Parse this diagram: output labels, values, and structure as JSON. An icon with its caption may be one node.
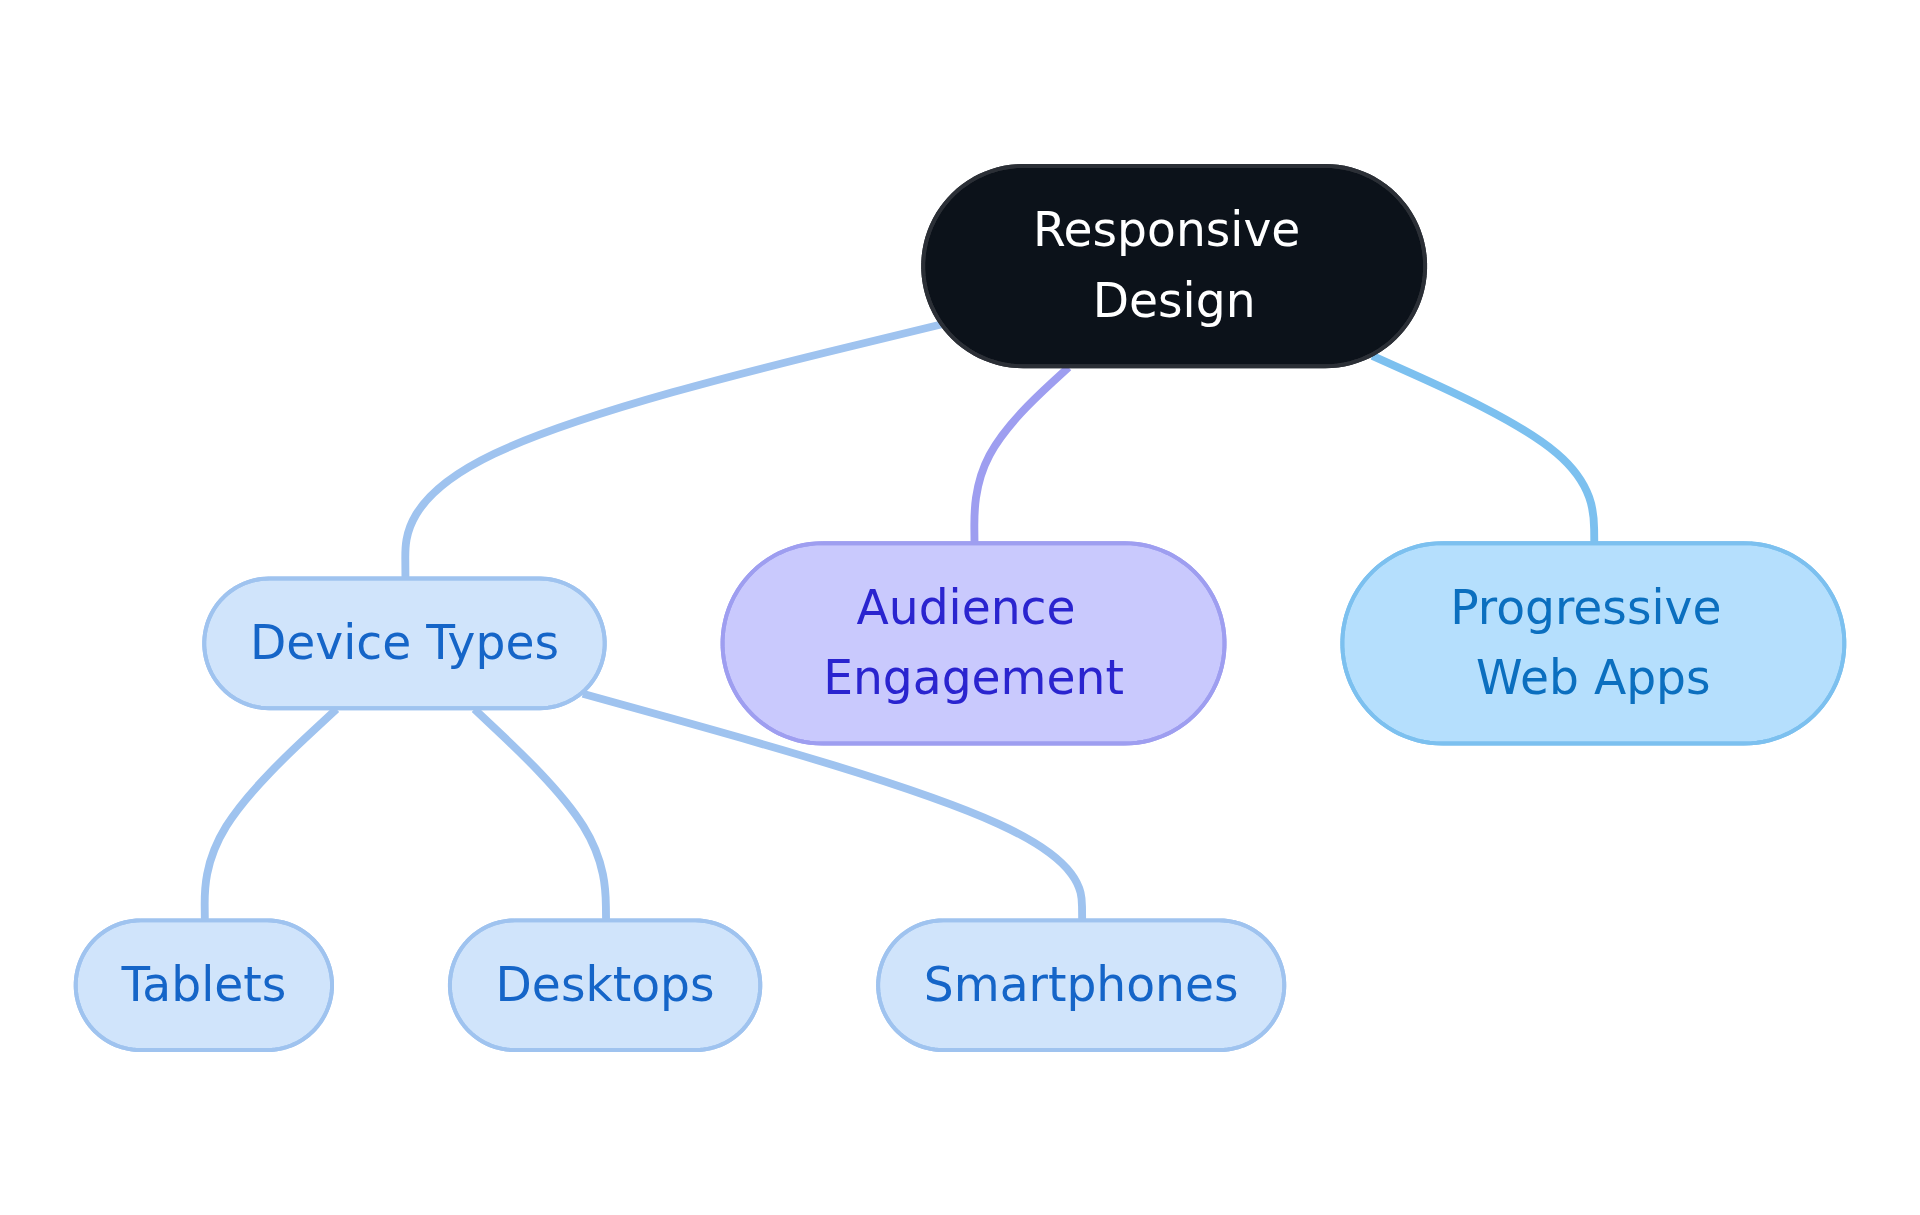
{
  "diagram": {
    "nodes": [
      {
        "text": [
          "Responsive Design"
        ]
      },
      {
        "text": [
          "Device Types"
        ]
      },
      {
        "text": [
          "Tablets"
        ]
      },
      {
        "text": [
          "Desktops"
        ]
      },
      {
        "text": [
          "Smartphones"
        ]
      },
      {
        "text": [
          "Audience Engagement"
        ]
      },
      {
        "text": [
          "Progressive Web Apps"
        ]
      }
    ],
    "edges": [
      {
        "from": 0,
        "to": 1,
        "arrow": "none"
      },
      {
        "from": 1,
        "to": 2,
        "arrow": "none"
      },
      {
        "from": 1,
        "to": 3,
        "arrow": "none"
      },
      {
        "from": 1,
        "to": 4,
        "arrow": "none"
      },
      {
        "from": 0,
        "to": 5,
        "arrow": "none",
        "color": "#9e9ef0"
      },
      {
        "from": 0,
        "to": 6,
        "arrow": "none",
        "color": "#7cc0ef"
      }
    ]
  }
}
